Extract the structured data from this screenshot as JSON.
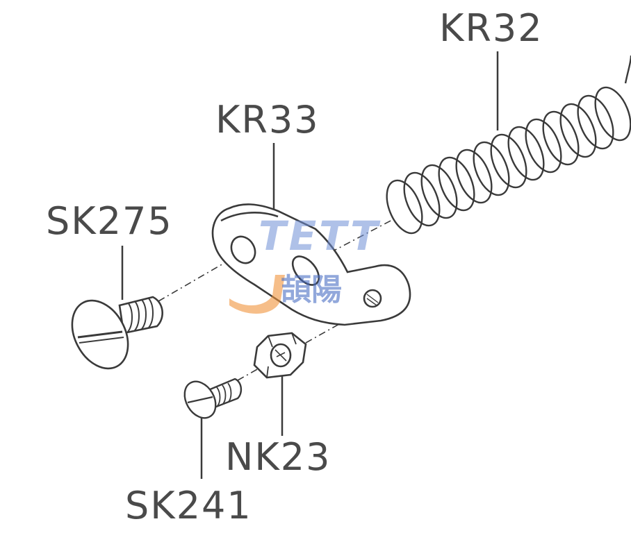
{
  "parts": {
    "spring": "KR32",
    "plate": "KR33",
    "large_screw": "SK275",
    "nut": "NK23",
    "small_screw": "SK241"
  },
  "watermark": {
    "brand_text": "TETT",
    "subtitle": "頡陽",
    "colors": {
      "blue": "#5b7fd0",
      "orange": "#f0923a"
    }
  },
  "line_color": "#3a3a3a"
}
